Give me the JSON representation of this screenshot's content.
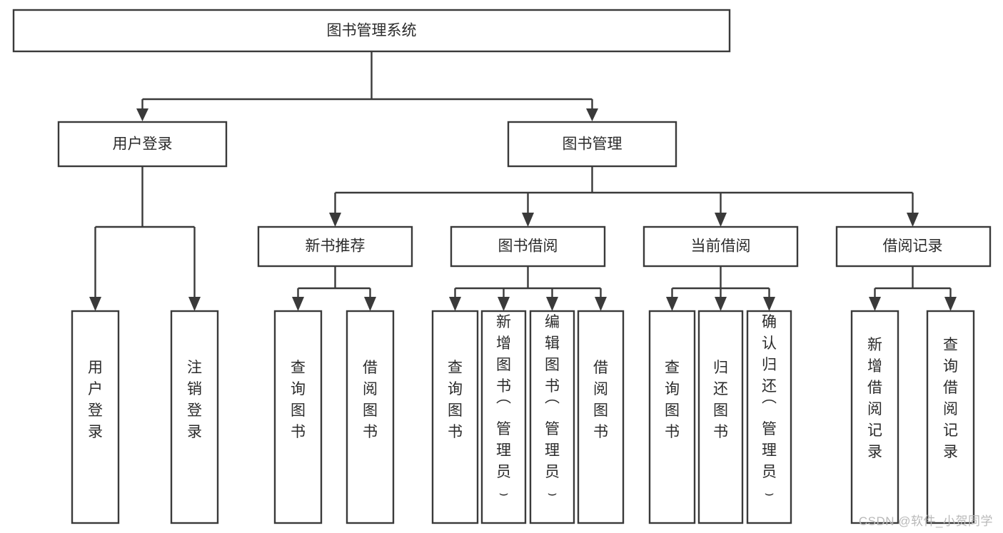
{
  "diagram": {
    "title": "图书管理系统",
    "type": "hierarchy-tree",
    "watermark": "CSDN @软件_小贺同学",
    "colors": {
      "stroke": "#3a3a3a",
      "box_fill": "#ffffff",
      "text": "#2b2b2b",
      "background": "#ffffff",
      "watermark": "#b9b9b9"
    },
    "levels": [
      {
        "level": 1,
        "nodes": [
          {
            "id": "root",
            "label": "图书管理系统",
            "orientation": "horizontal"
          }
        ]
      },
      {
        "level": 2,
        "nodes": [
          {
            "id": "login",
            "label": "用户登录",
            "orientation": "horizontal",
            "parent": "root"
          },
          {
            "id": "bookmgmt",
            "label": "图书管理",
            "orientation": "horizontal",
            "parent": "root"
          }
        ]
      },
      {
        "level": 3,
        "nodes": [
          {
            "id": "newbook",
            "label": "新书推荐",
            "orientation": "horizontal",
            "parent": "bookmgmt"
          },
          {
            "id": "borrow",
            "label": "图书借阅",
            "orientation": "horizontal",
            "parent": "bookmgmt"
          },
          {
            "id": "current",
            "label": "当前借阅",
            "orientation": "horizontal",
            "parent": "bookmgmt"
          },
          {
            "id": "records",
            "label": "借阅记录",
            "orientation": "horizontal",
            "parent": "bookmgmt"
          }
        ]
      },
      {
        "level": 4,
        "nodes": [
          {
            "id": "leaf1",
            "label": "用户登录",
            "orientation": "vertical",
            "parent": "login"
          },
          {
            "id": "leaf2",
            "label": "注销登录",
            "orientation": "vertical",
            "parent": "login"
          },
          {
            "id": "leaf3",
            "label": "查询图书",
            "orientation": "vertical",
            "parent": "newbook"
          },
          {
            "id": "leaf4",
            "label": "借阅图书",
            "orientation": "vertical",
            "parent": "newbook"
          },
          {
            "id": "leaf5",
            "label": "查询图书",
            "orientation": "vertical",
            "parent": "borrow"
          },
          {
            "id": "leaf6",
            "label": "新增图书（管理员）",
            "orientation": "vertical",
            "parent": "borrow"
          },
          {
            "id": "leaf7",
            "label": "编辑图书（管理员）",
            "orientation": "vertical",
            "parent": "borrow"
          },
          {
            "id": "leaf8",
            "label": "借阅图书",
            "orientation": "vertical",
            "parent": "borrow"
          },
          {
            "id": "leaf9",
            "label": "查询图书",
            "orientation": "vertical",
            "parent": "current"
          },
          {
            "id": "leaf10",
            "label": "归还图书",
            "orientation": "vertical",
            "parent": "current"
          },
          {
            "id": "leaf11",
            "label": "确认归还（管理员）",
            "orientation": "vertical",
            "parent": "current"
          },
          {
            "id": "leaf12",
            "label": "新增借阅记录",
            "orientation": "vertical",
            "parent": "records"
          },
          {
            "id": "leaf13",
            "label": "查询借阅记录",
            "orientation": "vertical",
            "parent": "records"
          }
        ]
      }
    ]
  }
}
